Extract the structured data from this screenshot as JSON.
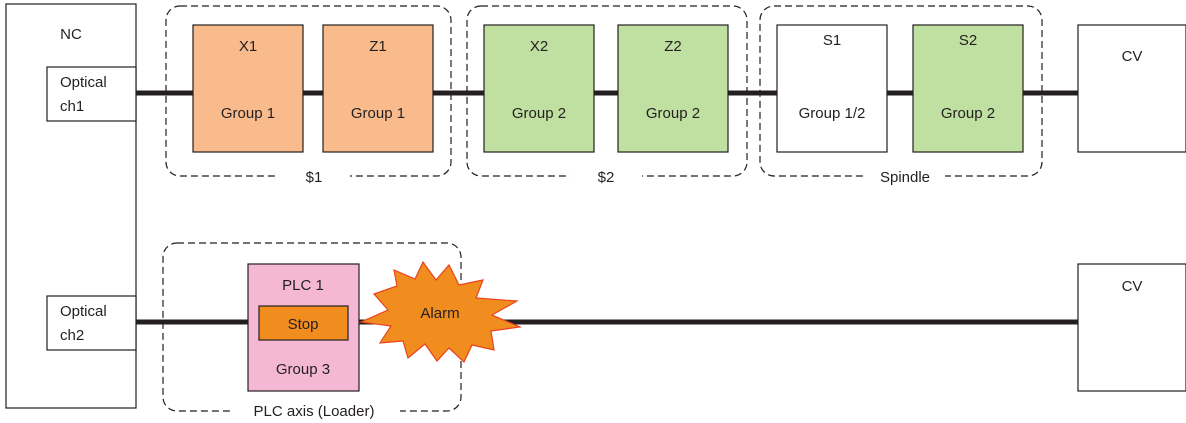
{
  "colors": {
    "line": "#231f20",
    "group1_fill": "#f9bb8c",
    "group2_fill": "#bfe0a0",
    "white_fill": "#ffffff",
    "plc_fill": "#f5b8d4",
    "stop_fill": "#f18c1f",
    "alarm_fill": "#f18c1f"
  },
  "nc": {
    "label": "NC",
    "ch1": {
      "line1": "Optical",
      "line2": "ch1"
    },
    "ch2": {
      "line1": "Optical",
      "line2": "ch2"
    }
  },
  "axes": [
    {
      "name": "X1",
      "group": "Group 1",
      "fill": "group1"
    },
    {
      "name": "Z1",
      "group": "Group 1",
      "fill": "group1"
    },
    {
      "name": "X2",
      "group": "Group 2",
      "fill": "group2"
    },
    {
      "name": "Z2",
      "group": "Group 2",
      "fill": "group2"
    },
    {
      "name": "S1",
      "group": "Group 1/2",
      "fill": "white"
    },
    {
      "name": "S2",
      "group": "Group 2",
      "fill": "group2"
    }
  ],
  "systems": {
    "sys1": "$1",
    "sys2": "$2",
    "spindle": "Spindle",
    "plc": "PLC axis (Loader)"
  },
  "plc_axis": {
    "name": "PLC 1",
    "stop": "Stop",
    "group": "Group 3"
  },
  "alarm": "Alarm",
  "cv": {
    "top": "CV",
    "bottom": "CV"
  }
}
